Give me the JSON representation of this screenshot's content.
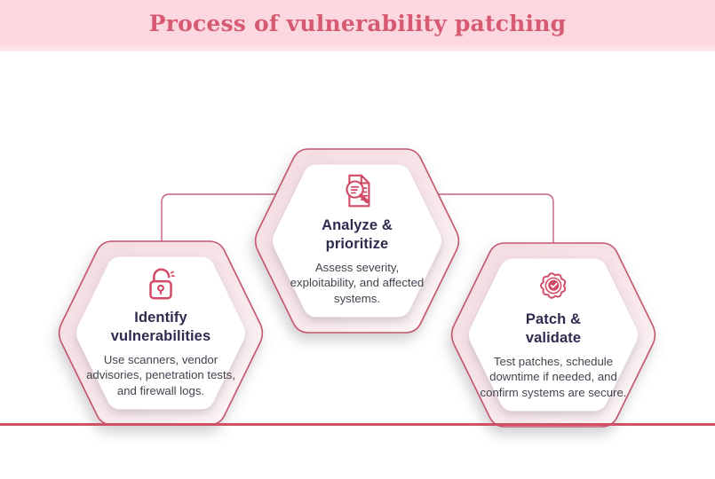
{
  "header": {
    "title": "Process of vulnerability patching"
  },
  "theme": {
    "header_bg": "#fbd8e0",
    "title_color": "#d65a72",
    "accent": "#c4566e",
    "connector_color": "#c4607c",
    "icon_color": "#d14a66",
    "heading_color": "#2e2c4e",
    "body_color": "#44424f",
    "footer_line_color": "#d25065"
  },
  "steps": [
    {
      "icon": "open-padlock-icon",
      "title_line1": "Identify",
      "title_line2": "vulnerabilities",
      "description": "Use scanners, vendor advisories, penetration tests, and firewall logs."
    },
    {
      "icon": "document-magnifier-icon",
      "title_line1": "Analyze &",
      "title_line2": "prioritize",
      "description": "Assess severity, exploitability, and affected systems."
    },
    {
      "icon": "badge-check-icon",
      "title_line1": "Patch &",
      "title_line2": "validate",
      "description": "Test patches, schedule downtime if needed, and confirm systems are secure."
    }
  ]
}
